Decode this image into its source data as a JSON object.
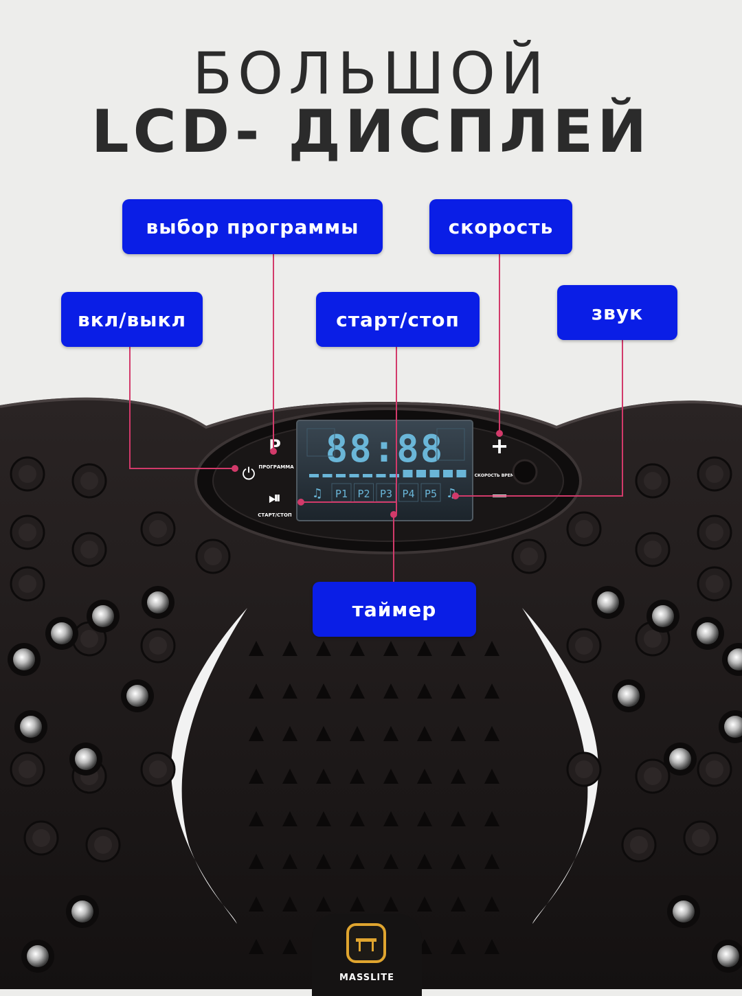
{
  "title": {
    "line1": "БОЛЬШОЙ",
    "line2": "LCD- ДИСПЛЕЙ"
  },
  "labels": {
    "program_select": "выбор программы",
    "speed": "скорость",
    "power": "вкл/выкл",
    "start_stop": "старт/стоп",
    "sound": "звук",
    "timer": "таймер"
  },
  "panel": {
    "program_button_label": "ПРОГРАММА",
    "start_stop_button_label": "СТАРТ/СТОП",
    "speed_time_button_label": "СКОРОСТЬ ВРЕМЯ",
    "plus_symbol": "+",
    "minus_symbol": "−"
  },
  "lcd": {
    "digits": "88:88",
    "programs": [
      "P1",
      "P2",
      "P3",
      "P4",
      "P5"
    ],
    "speed_level_fraction": 0.7
  },
  "brand": {
    "name": "MASSLITE"
  },
  "colors": {
    "label_bg": "#0a1ee6",
    "connector_line": "#d23a6a",
    "device_body": "#1c1818",
    "lcd_segments": "#6ab6d8",
    "logo_accent": "#e0a52f"
  }
}
